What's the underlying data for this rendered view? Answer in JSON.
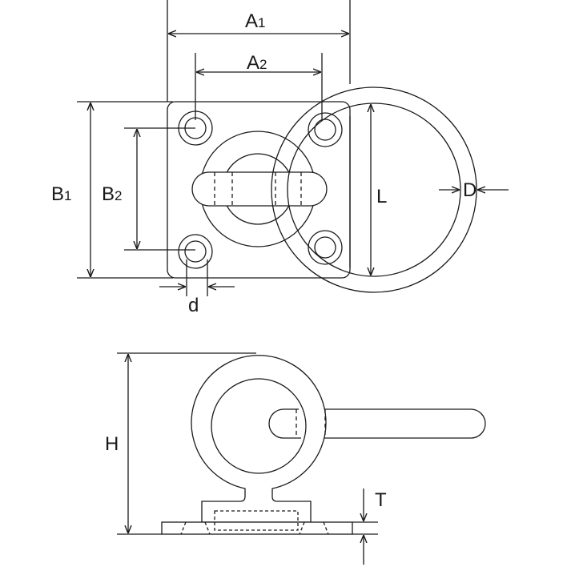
{
  "labels": {
    "a1": {
      "main": "A",
      "sub": "1"
    },
    "a2": {
      "main": "A",
      "sub": "2"
    },
    "b1": {
      "main": "B",
      "sub": "1"
    },
    "b2": {
      "main": "B",
      "sub": "2"
    },
    "l": "L",
    "d_upper": "D",
    "d_lower": "d",
    "h": "H",
    "t": "T"
  },
  "colors": {
    "line": "#1a1a1a",
    "background": "#ffffff"
  }
}
